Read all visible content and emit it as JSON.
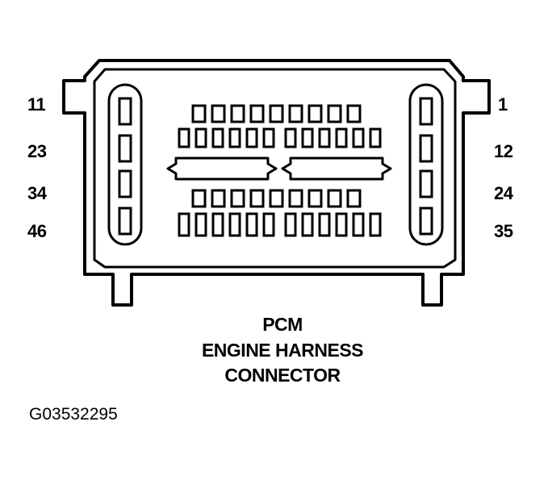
{
  "pin_numbers": {
    "left": [
      "11",
      "23",
      "34",
      "46"
    ],
    "right": [
      "1",
      "12",
      "24",
      "35"
    ]
  },
  "caption": {
    "line1": "PCM",
    "line2": "ENGINE HARNESS",
    "line3": "CONNECTOR"
  },
  "figure_id": "G03532295",
  "colors": {
    "ink": "#000000",
    "paper": "#ffffff"
  }
}
